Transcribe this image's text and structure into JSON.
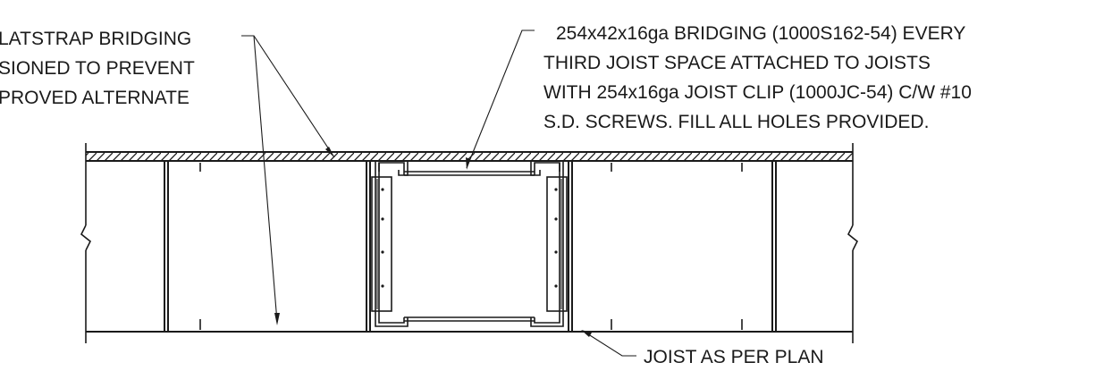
{
  "notes": {
    "left": [
      "LATSTRAP BRIDGING",
      "SIONED TO PREVENT",
      "PROVED ALTERNATE"
    ],
    "right": [
      "254x42x16ga BRIDGING (1000S162-54) EVERY",
      "THIRD JOIST SPACE ATTACHED TO JOISTS",
      "WITH 254x16ga JOIST CLIP (1000JC-54) C/W #10",
      "S.D. SCREWS. FILL ALL HOLES PROVIDED."
    ],
    "bottom": "JOIST AS PER PLAN"
  }
}
